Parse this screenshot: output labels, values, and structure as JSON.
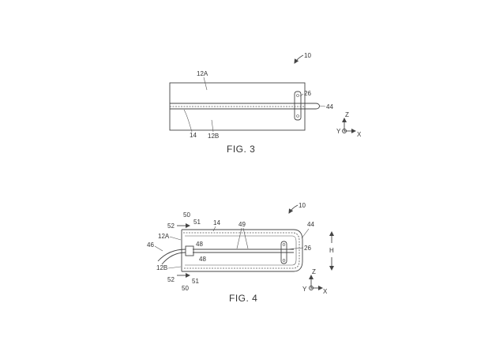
{
  "figures": [
    {
      "caption": "FIG. 3",
      "labels": {
        "ref": "10",
        "upper_panel": "12A",
        "lower_panel": "12B",
        "seam": "14",
        "clip": "26",
        "tab": "44"
      },
      "axes": {
        "up": "Z",
        "left": "Y",
        "right": "X"
      }
    },
    {
      "caption": "FIG. 4",
      "labels": {
        "ref": "10",
        "top_50": "50",
        "top_52": "52",
        "top_51": "51",
        "seam": "14",
        "upper_panel": "12A",
        "cable": "46",
        "strip_49": "49",
        "connector_top": "48",
        "connector_bottom": "48",
        "lower_panel": "12B",
        "bottom_52": "52",
        "bottom_51": "51",
        "bottom_50": "50",
        "clip": "26",
        "tab": "44",
        "height": "H"
      },
      "axes": {
        "up": "Z",
        "left": "Y",
        "right": "X"
      }
    }
  ],
  "colors": {
    "line": "#444444",
    "text": "#333333",
    "background": "#ffffff"
  }
}
